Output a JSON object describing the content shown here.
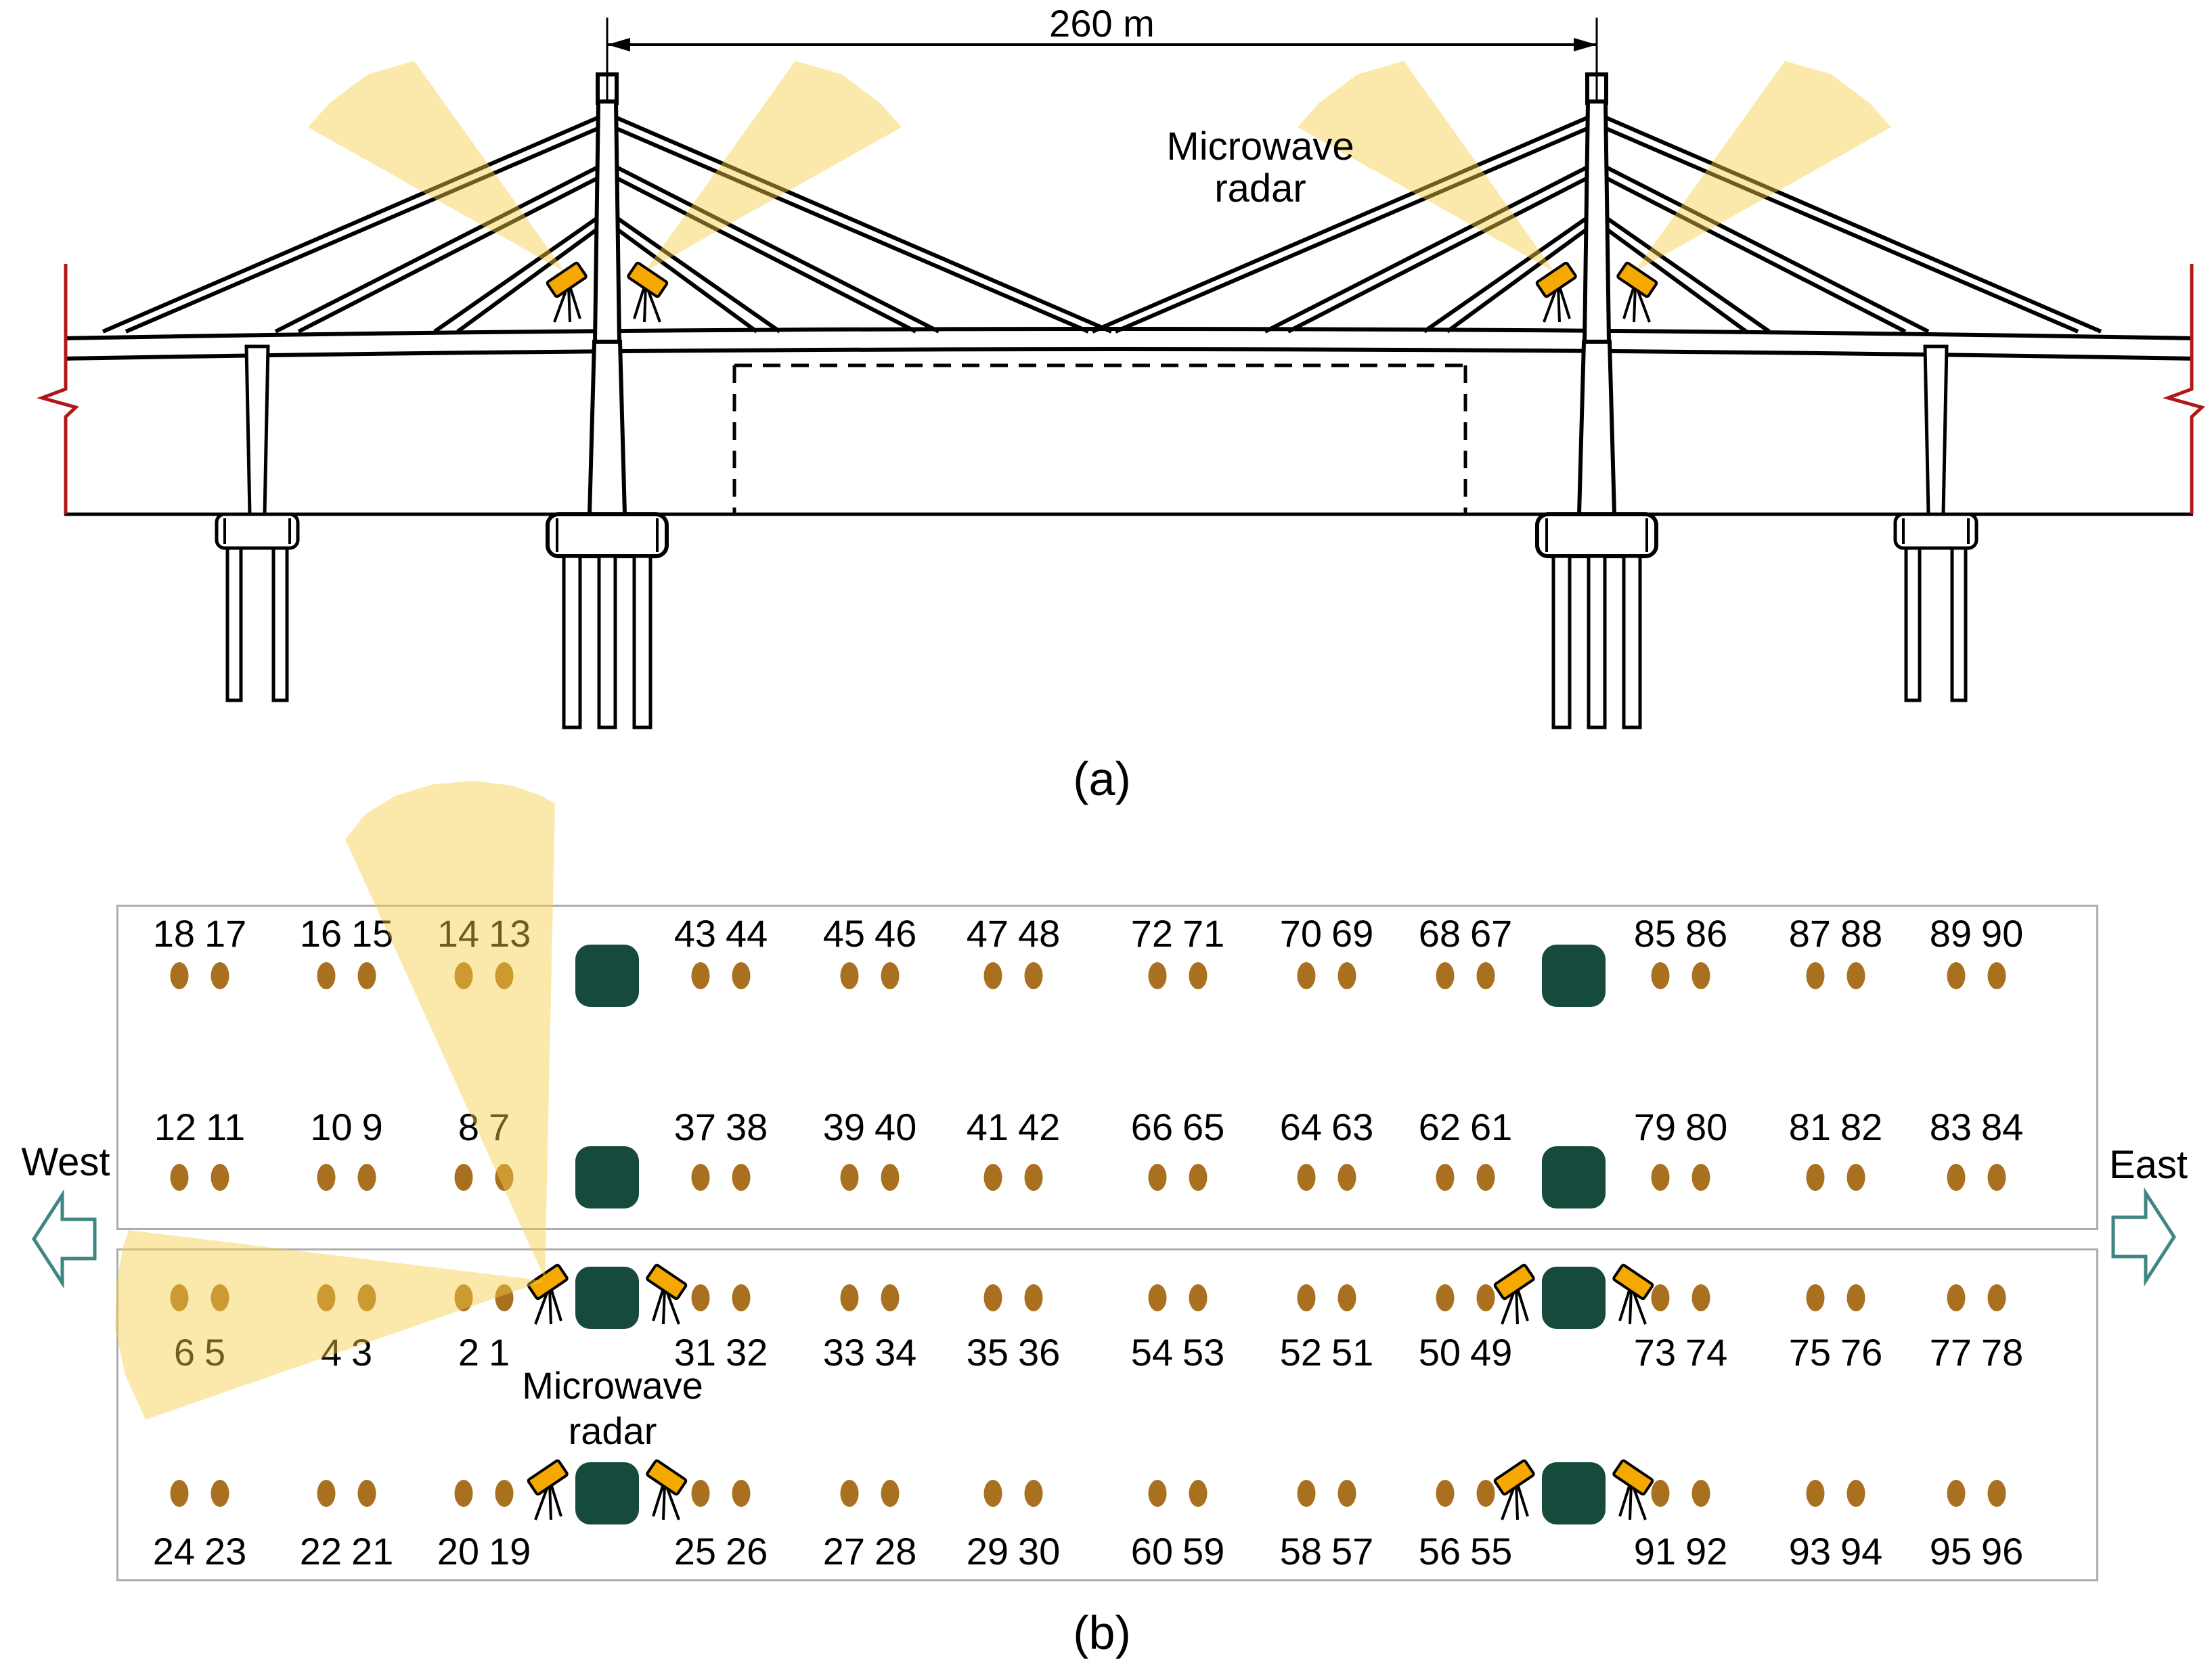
{
  "elevation": {
    "dimension_label": "260 m",
    "radar_label_line1": "Microwave",
    "radar_label_line2": "radar"
  },
  "plan": {
    "west_label": "West",
    "east_label": "East",
    "radar_label_line1": "Microwave",
    "radar_label_line2": "radar",
    "rows": [
      {
        "name": "row-1",
        "groups": [
          [
            "18",
            "17"
          ],
          [
            "16",
            "15"
          ],
          [
            "14",
            "13"
          ],
          [
            "43",
            "44"
          ],
          [
            "45",
            "46"
          ],
          [
            "47",
            "48"
          ],
          [
            "72",
            "71"
          ],
          [
            "70",
            "69"
          ],
          [
            "68",
            "67"
          ],
          [
            "85",
            "86"
          ],
          [
            "87",
            "88"
          ],
          [
            "89",
            "90"
          ]
        ]
      },
      {
        "name": "row-2",
        "groups": [
          [
            "12",
            "11"
          ],
          [
            "10",
            "9"
          ],
          [
            "8",
            "7"
          ],
          [
            "37",
            "38"
          ],
          [
            "39",
            "40"
          ],
          [
            "41",
            "42"
          ],
          [
            "66",
            "65"
          ],
          [
            "64",
            "63"
          ],
          [
            "62",
            "61"
          ],
          [
            "79",
            "80"
          ],
          [
            "81",
            "82"
          ],
          [
            "83",
            "84"
          ]
        ]
      },
      {
        "name": "row-3",
        "groups": [
          [
            "6",
            "5"
          ],
          [
            "4",
            "3"
          ],
          [
            "2",
            "1"
          ],
          [
            "31",
            "32"
          ],
          [
            "33",
            "34"
          ],
          [
            "35",
            "36"
          ],
          [
            "54",
            "53"
          ],
          [
            "52",
            "51"
          ],
          [
            "50",
            "49"
          ],
          [
            "73",
            "74"
          ],
          [
            "75",
            "76"
          ],
          [
            "77",
            "78"
          ]
        ]
      },
      {
        "name": "row-4",
        "groups": [
          [
            "24",
            "23"
          ],
          [
            "22",
            "21"
          ],
          [
            "20",
            "19"
          ],
          [
            "25",
            "26"
          ],
          [
            "27",
            "28"
          ],
          [
            "29",
            "30"
          ],
          [
            "60",
            "59"
          ],
          [
            "58",
            "57"
          ],
          [
            "56",
            "55"
          ],
          [
            "91",
            "92"
          ],
          [
            "93",
            "94"
          ],
          [
            "95",
            "96"
          ]
        ]
      }
    ]
  },
  "captions": {
    "a": "(a)",
    "b": "(b)"
  },
  "colors": {
    "sensor_dot": "#A9701F",
    "tower_block": "#164A3C",
    "beam_fill": "#F6CE48",
    "radar_head": "#F5A800",
    "arrow_outline": "#3F8581",
    "break_mark": "#B01818",
    "box_border": "#ADADAD"
  }
}
